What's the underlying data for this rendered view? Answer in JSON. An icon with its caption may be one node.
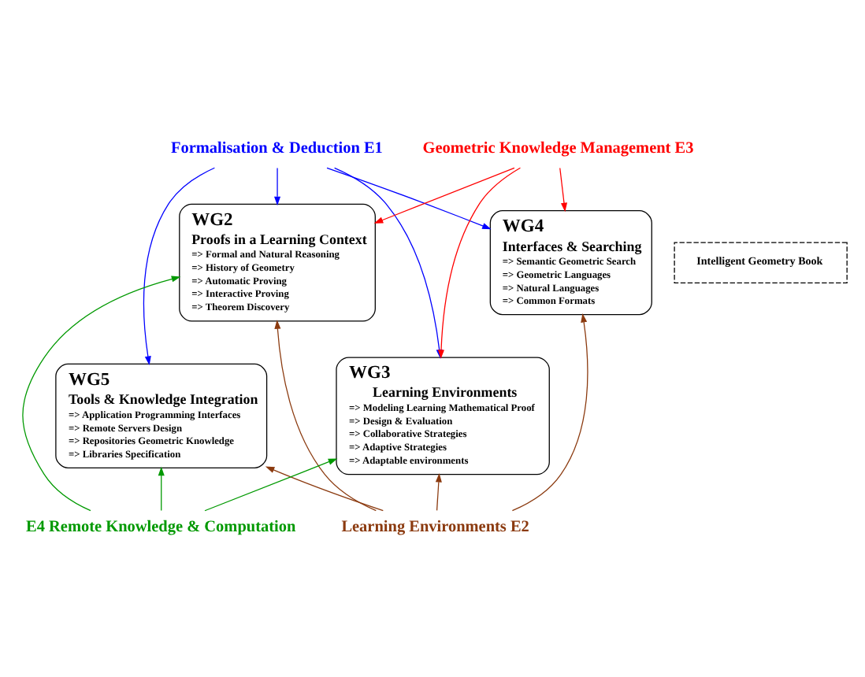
{
  "diagram": {
    "nodes": [
      {
        "text": [
          "Formalisation & Deduction E1"
        ]
      },
      {
        "text": [
          "Geometric Knowledge Management E3"
        ]
      },
      {
        "text": [
          "WG2",
          "Proofs in a Learning Context",
          "=> Formal and Natural Reasoning",
          "=> History of Geometry",
          "=> Automatic Proving",
          "=> Interactive Proving",
          "=> Theorem Discovery"
        ]
      },
      {
        "text": [
          "WG4",
          "Interfaces & Searching",
          "=> Semantic Geometric Search",
          "=> Geometric Languages",
          "=> Natural Languages",
          "=> Common Formats"
        ]
      },
      {
        "text": [
          "Intelligent Geometry Book"
        ]
      },
      {
        "text": [
          "WG5",
          "Tools & Knowledge Integration",
          "=> Application Programming Interfaces",
          "=> Remote Servers Design",
          "=> Repositories Geometric Knowledge",
          "=> Libraries Specification"
        ]
      },
      {
        "text": [
          "WG3",
          "Learning Environments",
          "=> Modeling Learning Mathematical Proof",
          "=> Design & Evaluation",
          "=> Collaborative Strategies",
          "=> Adaptive Strategies",
          "=> Adaptable environments"
        ]
      },
      {
        "text": [
          "E4 Remote Knowledge & Computation"
        ]
      },
      {
        "text": [
          "Learning Environments E2"
        ]
      }
    ],
    "edges": [
      {
        "from": 0,
        "to": 2,
        "arrow": "to",
        "color": "#0000ff"
      },
      {
        "from": 0,
        "to": 5,
        "arrow": "to",
        "color": "#0000ff"
      },
      {
        "from": 0,
        "to": 3,
        "arrow": "to",
        "color": "#0000ff"
      },
      {
        "from": 0,
        "to": 6,
        "arrow": "to",
        "color": "#0000ff"
      },
      {
        "from": 1,
        "to": 2,
        "arrow": "to",
        "color": "#ff0000"
      },
      {
        "from": 1,
        "to": 3,
        "arrow": "to",
        "color": "#ff0000"
      },
      {
        "from": 1,
        "to": 6,
        "arrow": "to",
        "color": "#ff0000"
      },
      {
        "from": 8,
        "to": 2,
        "arrow": "to",
        "color": "#8b3a0f"
      },
      {
        "from": 8,
        "to": 3,
        "arrow": "to",
        "color": "#8b3a0f"
      },
      {
        "from": 8,
        "to": 6,
        "arrow": "to",
        "color": "#8b3a0f"
      },
      {
        "from": 8,
        "to": 5,
        "arrow": "to",
        "color": "#8b3a0f"
      },
      {
        "from": 7,
        "to": 2,
        "arrow": "to",
        "color": "#009900"
      },
      {
        "from": 7,
        "to": 5,
        "arrow": "to",
        "color": "#009900"
      },
      {
        "from": 7,
        "to": 6,
        "arrow": "to",
        "color": "#009900"
      }
    ]
  }
}
